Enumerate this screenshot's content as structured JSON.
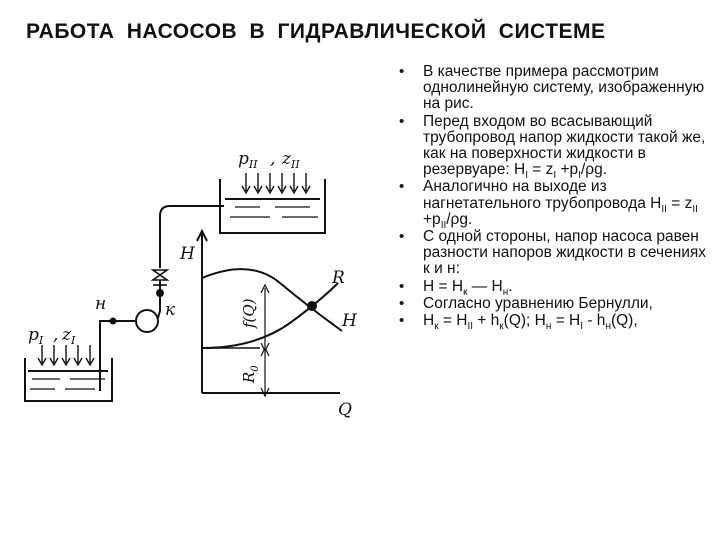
{
  "title": "РАБОТА   НАСОСОВ  В  ГИДРАВЛИЧЕСКОЙ  СИСТЕМЕ",
  "figure": {
    "label_p2": "p",
    "label_p2_sub": "II",
    "label_z2": "z",
    "label_z2_sub": "II",
    "label_p1": "p",
    "label_p1_sub": "I",
    "label_z1": "z",
    "label_z1_sub": "I",
    "label_n": "н",
    "label_k": "к",
    "label_H_axis": "H",
    "label_Q_axis": "Q",
    "label_R": "R",
    "label_H_curve": "H",
    "label_fQ": "f(Q)",
    "label_R0": "R",
    "label_R0_sub": "0",
    "label_comma": ","
  },
  "bullets": [
    {
      "bullet": "•",
      "text": "В качестве примера рассмотрим однолинейную систему, изображенную на рис."
    },
    {
      "bullet": "•",
      "text_parts": [
        "Перед входом во всасывающий трубопровод напор жидкости такой же, как на поверхности жидкости в резервуаре: H",
        "I",
        " = z",
        "I",
        " +p",
        "I",
        "/ρg."
      ]
    },
    {
      "bullet": "•",
      "text_parts": [
        "Аналогично на выходе из нагнетательного трубопровода H",
        "II",
        " = z",
        "II",
        " +p",
        "II",
        "/ρg."
      ]
    },
    {
      "bullet": "•",
      "text": "С одной стороны, напор насоса равен разности напоров жидкости в сечениях к и н:"
    },
    {
      "bullet": "•",
      "text_parts": [
        "H = H",
        "к",
        " — H",
        "н",
        "."
      ]
    },
    {
      "bullet": "•",
      "text": "Согласно уравнению Бернулли,"
    },
    {
      "bullet": "•",
      "text_parts": [
        "H",
        "к",
        " = H",
        "II",
        " + h",
        "к",
        "(Q); H",
        "н",
        " = H",
        "I",
        " - h",
        "н",
        "(Q),"
      ]
    }
  ]
}
